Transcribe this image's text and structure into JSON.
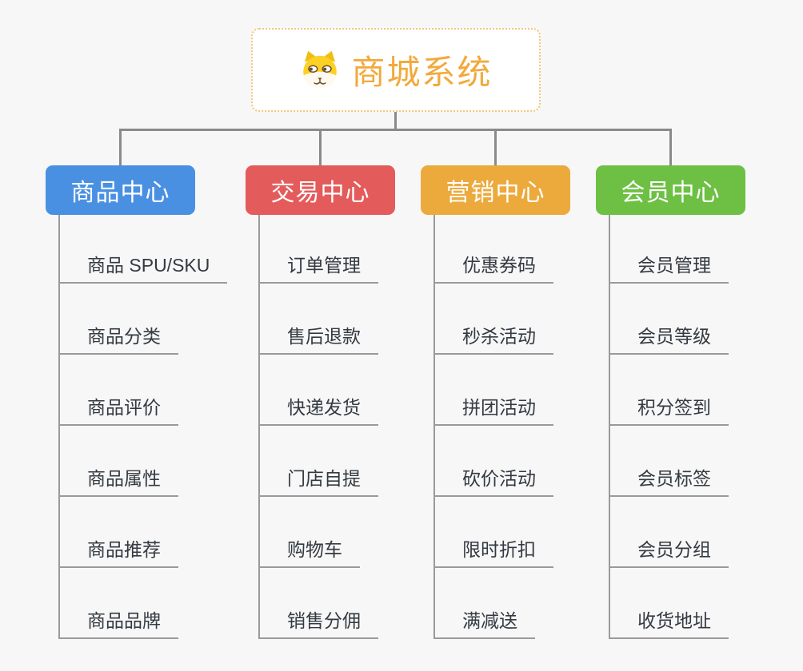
{
  "theme": {
    "background": "#f7f7f7",
    "connector_color": "#8a8a8a",
    "line_color": "#9a9a9a",
    "text_color": "#343a41",
    "root_accent": "#f2a93c",
    "root_border": "#f3c579"
  },
  "root": {
    "label": "商城系统",
    "icon": "dog-emoji-icon"
  },
  "branches": [
    {
      "label": "商品中心",
      "color": "#4a90e2",
      "children": [
        "商品 SPU/SKU",
        "商品分类",
        "商品评价",
        "商品属性",
        "商品推荐",
        "商品品牌"
      ]
    },
    {
      "label": "交易中心",
      "color": "#e45b5b",
      "children": [
        "订单管理",
        "售后退款",
        "快递发货",
        "门店自提",
        "购物车",
        "销售分佣"
      ]
    },
    {
      "label": "营销中心",
      "color": "#ecaa3d",
      "children": [
        "优惠券码",
        "秒杀活动",
        "拼团活动",
        "砍价活动",
        "限时折扣",
        "满减送"
      ]
    },
    {
      "label": "会员中心",
      "color": "#6dc044",
      "children": [
        "会员管理",
        "会员等级",
        "积分签到",
        "会员标签",
        "会员分组",
        "收货地址"
      ]
    }
  ]
}
